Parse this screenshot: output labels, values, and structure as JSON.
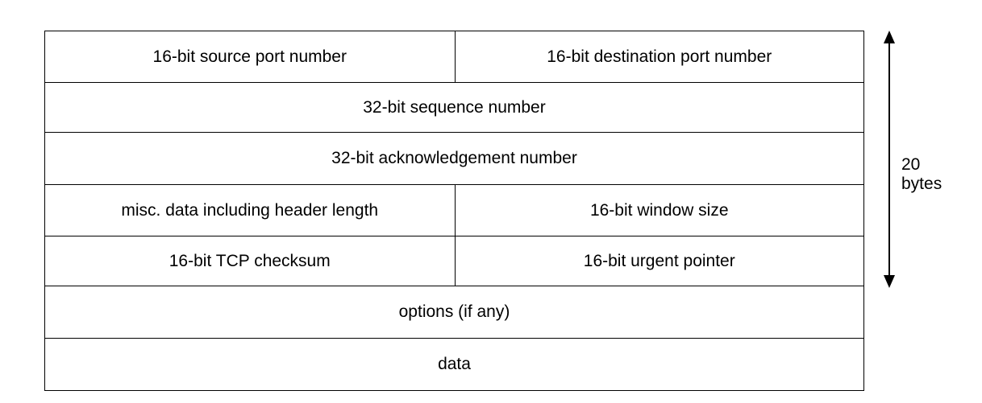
{
  "header_rows": [
    {
      "cells": [
        "16-bit source port number",
        "16-bit destination port number"
      ]
    },
    {
      "cells": [
        "32-bit sequence number"
      ]
    },
    {
      "cells": [
        "32-bit acknowledgement number"
      ]
    },
    {
      "cells": [
        "misc. data including header length",
        "16-bit window size"
      ]
    },
    {
      "cells": [
        "16-bit TCP checksum",
        "16-bit urgent pointer"
      ]
    },
    {
      "cells": [
        "options (if any)"
      ]
    },
    {
      "cells": [
        "data"
      ]
    }
  ],
  "header_size": {
    "number": "20",
    "unit": "bytes"
  },
  "arrow_icon": "double-headed-vertical-arrow"
}
